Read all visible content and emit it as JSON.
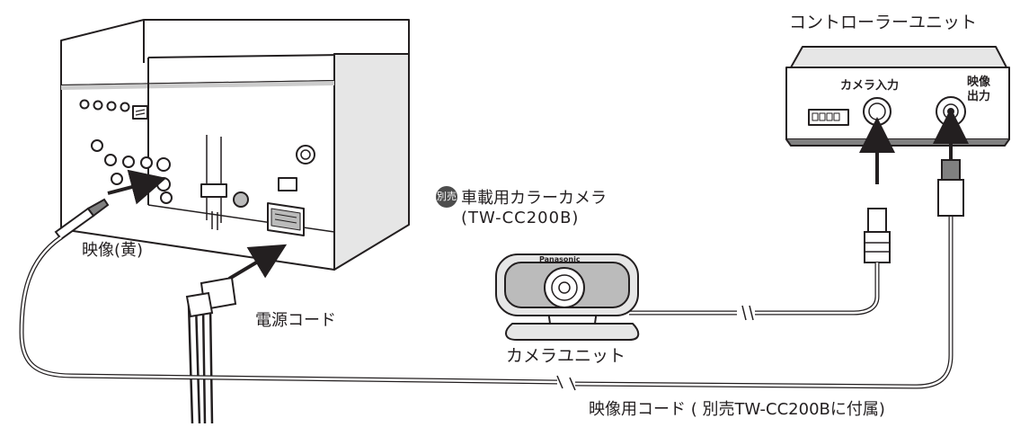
{
  "labels": {
    "controller_unit": "コントローラーユニット",
    "camera_input": "カメラ入力",
    "video_output_line1": "映像",
    "video_output_line2": "出力",
    "sold_separately_badge": "別売",
    "camera_title": "車載用カラーカメラ",
    "camera_model": "(TW-CC200B)",
    "camera_unit": "カメラユニット",
    "video_yellow": "映像(黄)",
    "power_cord": "電源コード",
    "video_cord": "映像用コード ( 別売TW-CC200Bに付属)",
    "camera_brand": "Panasonic"
  },
  "colors": {
    "line": "#231f20",
    "device_face": "#ffffff",
    "device_shade": "#e6e6e6",
    "device_dark": "#808080",
    "badge": "#4d4d4d"
  },
  "icons": [
    "cable-arrow-icon",
    "rca-plug-icon",
    "din-plug-icon"
  ]
}
